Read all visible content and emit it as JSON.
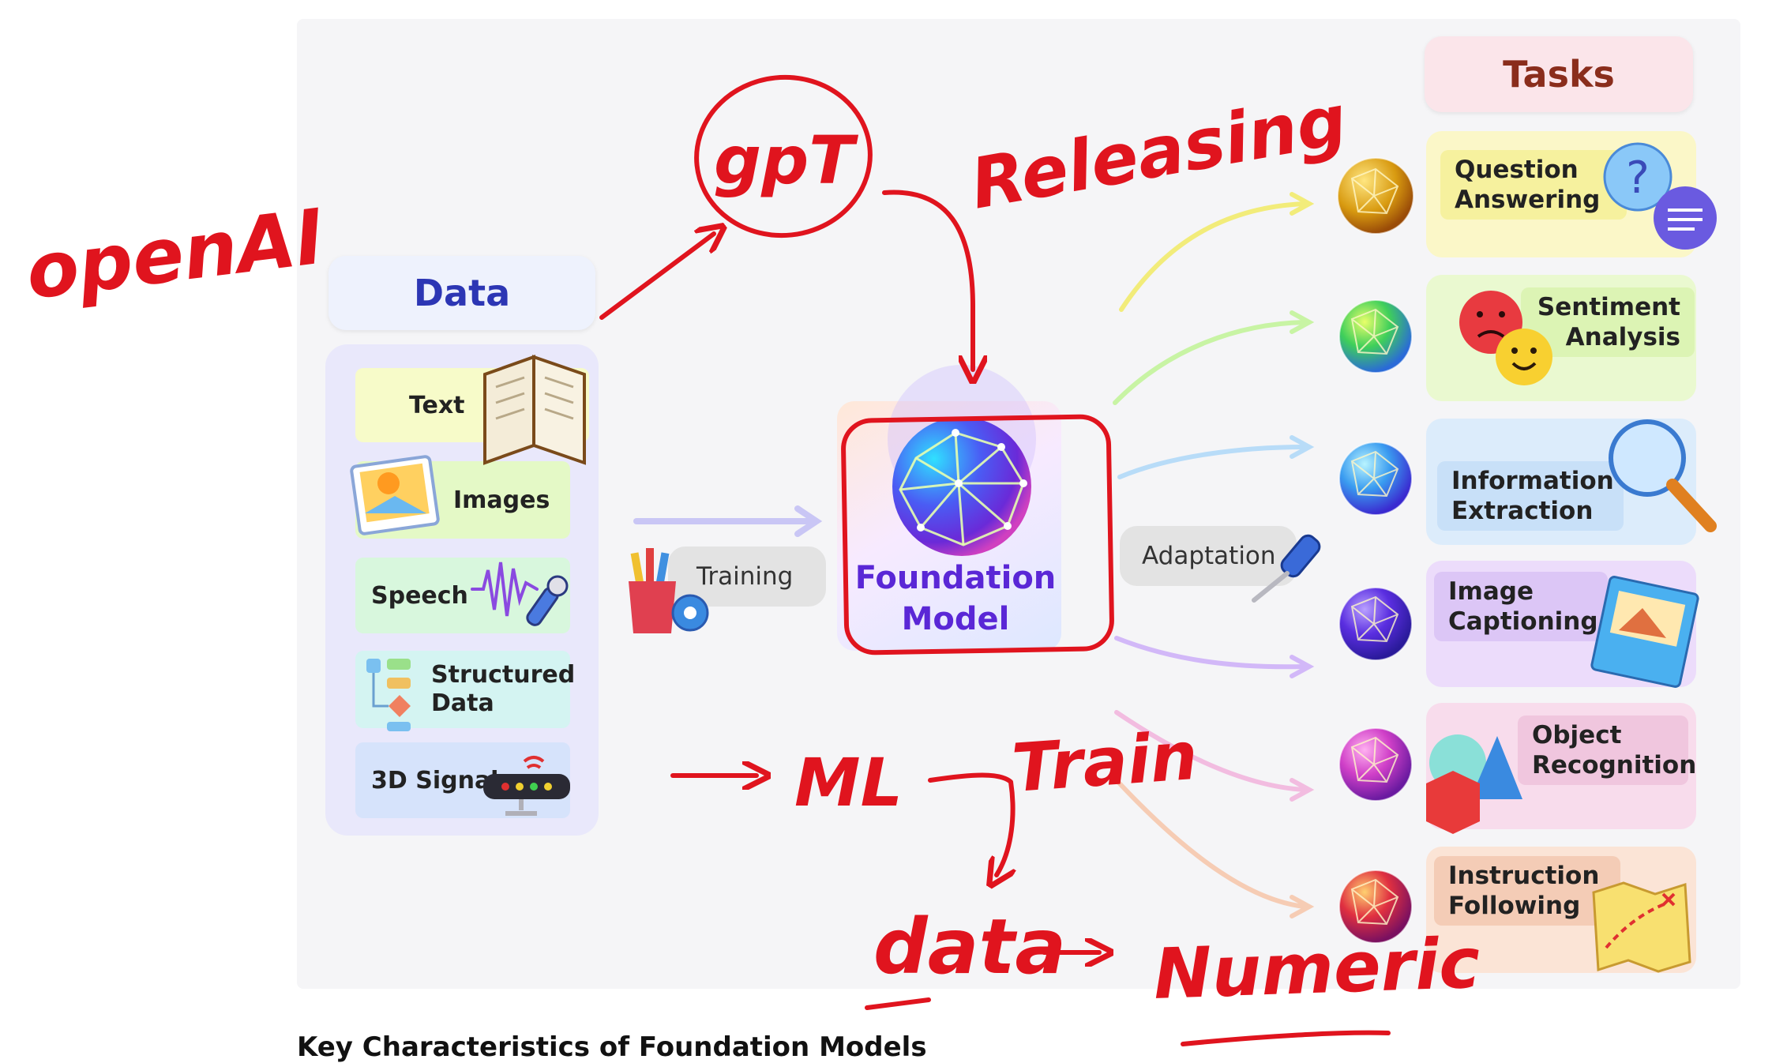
{
  "diagram": {
    "data_header": "Data",
    "tasks_header": "Tasks",
    "data_items": [
      "Text",
      "Images",
      "Speech",
      "Structured Data",
      "3D Signals"
    ],
    "training_label": "Training",
    "model_label": "Foundation Model",
    "adaptation_label": "Adaptation",
    "tasks": [
      "Question Answering",
      "Sentiment Analysis",
      "Information Extraction",
      "Image Captioning",
      "Object Recognition",
      "Instruction Following"
    ],
    "colors": {
      "data_accent": "#2c36b4",
      "tasks_accent": "#8a2d1c",
      "model_accent": "#5a27d6",
      "annotation_red": "#e0141e"
    }
  },
  "annotations": {
    "openai": "openAI",
    "gpt": "gpT",
    "releasing": "Releasing",
    "ml": "ML",
    "train": "Train",
    "data": "data",
    "numeric": "Numeric"
  },
  "caption": "Key Characteristics of Foundation Models"
}
